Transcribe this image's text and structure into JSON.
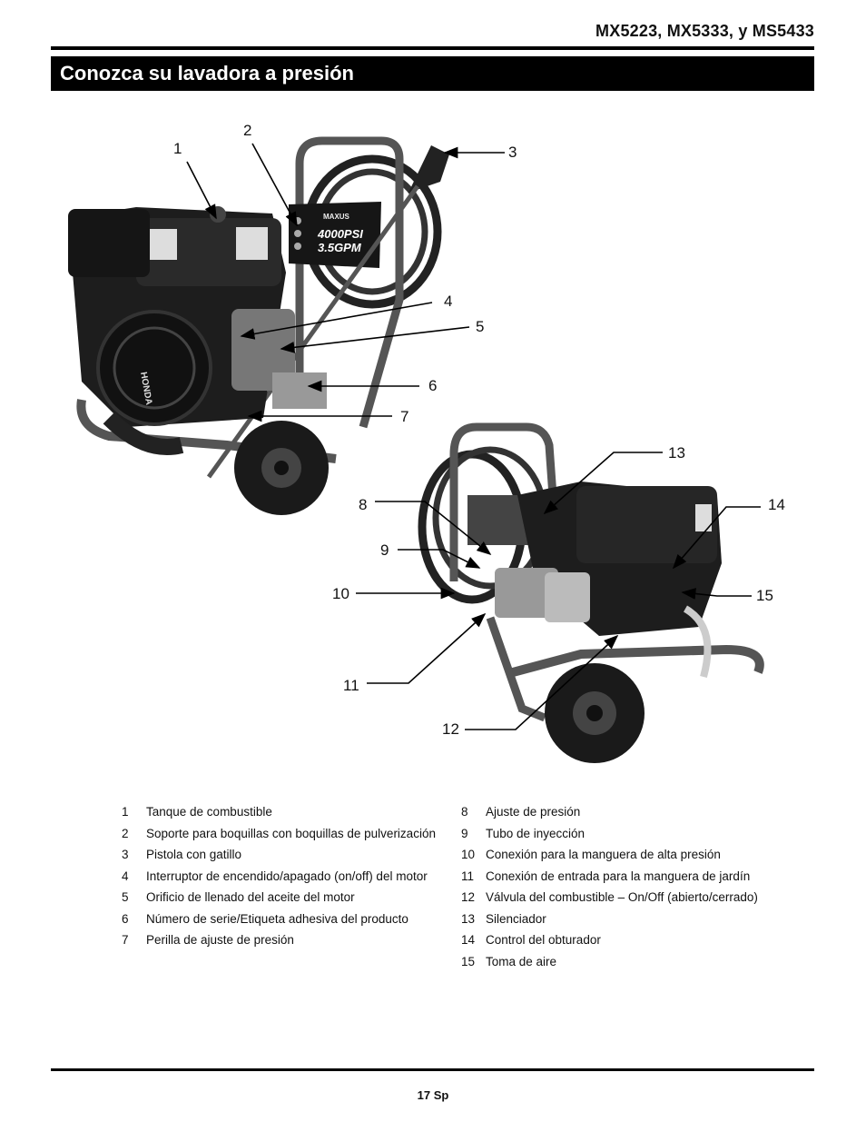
{
  "header": {
    "models": "MX5223, MX5333, y MS5433"
  },
  "title": "Conozca su lavadora a presión",
  "badge": {
    "brand": "MAXUS",
    "pressure": "4000PSI",
    "flow": "3.5GPM"
  },
  "engine_brand": "HONDA",
  "callouts": [
    "1",
    "2",
    "3",
    "4",
    "5",
    "6",
    "7",
    "8",
    "9",
    "10",
    "11",
    "12",
    "13",
    "14",
    "15"
  ],
  "legend_left": [
    {
      "num": "1",
      "text": "Tanque de combustible"
    },
    {
      "num": "2",
      "text": "Soporte para boquillas con boquillas de pulverización"
    },
    {
      "num": "3",
      "text": "Pistola con gatillo"
    },
    {
      "num": "4",
      "text": "Interruptor de encendido/apagado (on/off) del motor"
    },
    {
      "num": "5",
      "text": "Orificio de llenado del aceite del motor"
    },
    {
      "num": "6",
      "text": "Número de serie/Etiqueta adhesiva del producto"
    },
    {
      "num": "7",
      "text": "Perilla de ajuste de presión"
    }
  ],
  "legend_right": [
    {
      "num": "8",
      "text": "Ajuste de presión"
    },
    {
      "num": "9",
      "text": "Tubo de inyección"
    },
    {
      "num": "10",
      "text": "Conexión para la manguera de alta presión"
    },
    {
      "num": "11",
      "text": "Conexión de entrada para la manguera de jardín"
    },
    {
      "num": "12",
      "text": "Válvula del combustible – On/Off (abierto/cerrado)"
    },
    {
      "num": "13",
      "text": "Silenciador"
    },
    {
      "num": "14",
      "text": "Control del obturador"
    },
    {
      "num": "15",
      "text": "Toma de aire"
    }
  ],
  "footer": {
    "page": "17 Sp"
  }
}
